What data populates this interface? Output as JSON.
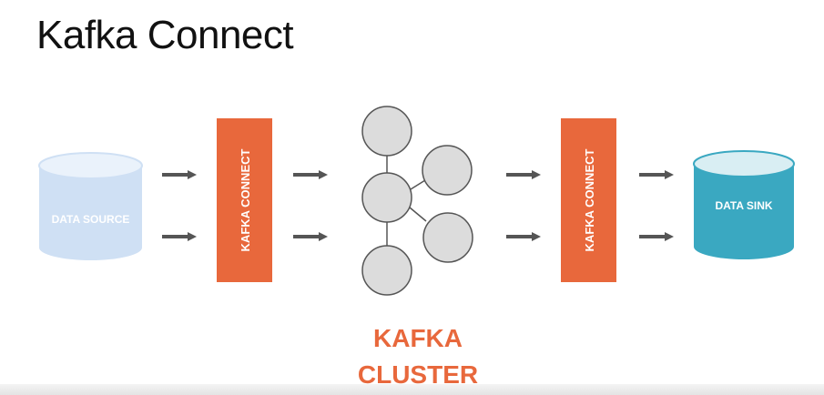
{
  "slide": {
    "title": "Kafka Connect"
  },
  "diagram": {
    "source": {
      "label": "DATA SOURCE",
      "color": "#cfe0f4",
      "top_color": "#eaf2fb"
    },
    "connector_left": {
      "label": "KAFKA CONNECT",
      "color": "#e8683c"
    },
    "cluster": {
      "label_line1": "KAFKA",
      "label_line2": "CLUSTER",
      "node_color": "#dcdcdc",
      "label_color": "#e8683c"
    },
    "connector_right": {
      "label": "KAFKA CONNECT",
      "color": "#e8683c"
    },
    "sink": {
      "label": "DATA SINK",
      "color": "#3aa8c1",
      "top_color": "#d9eef3"
    },
    "arrow_color": "#555555"
  }
}
